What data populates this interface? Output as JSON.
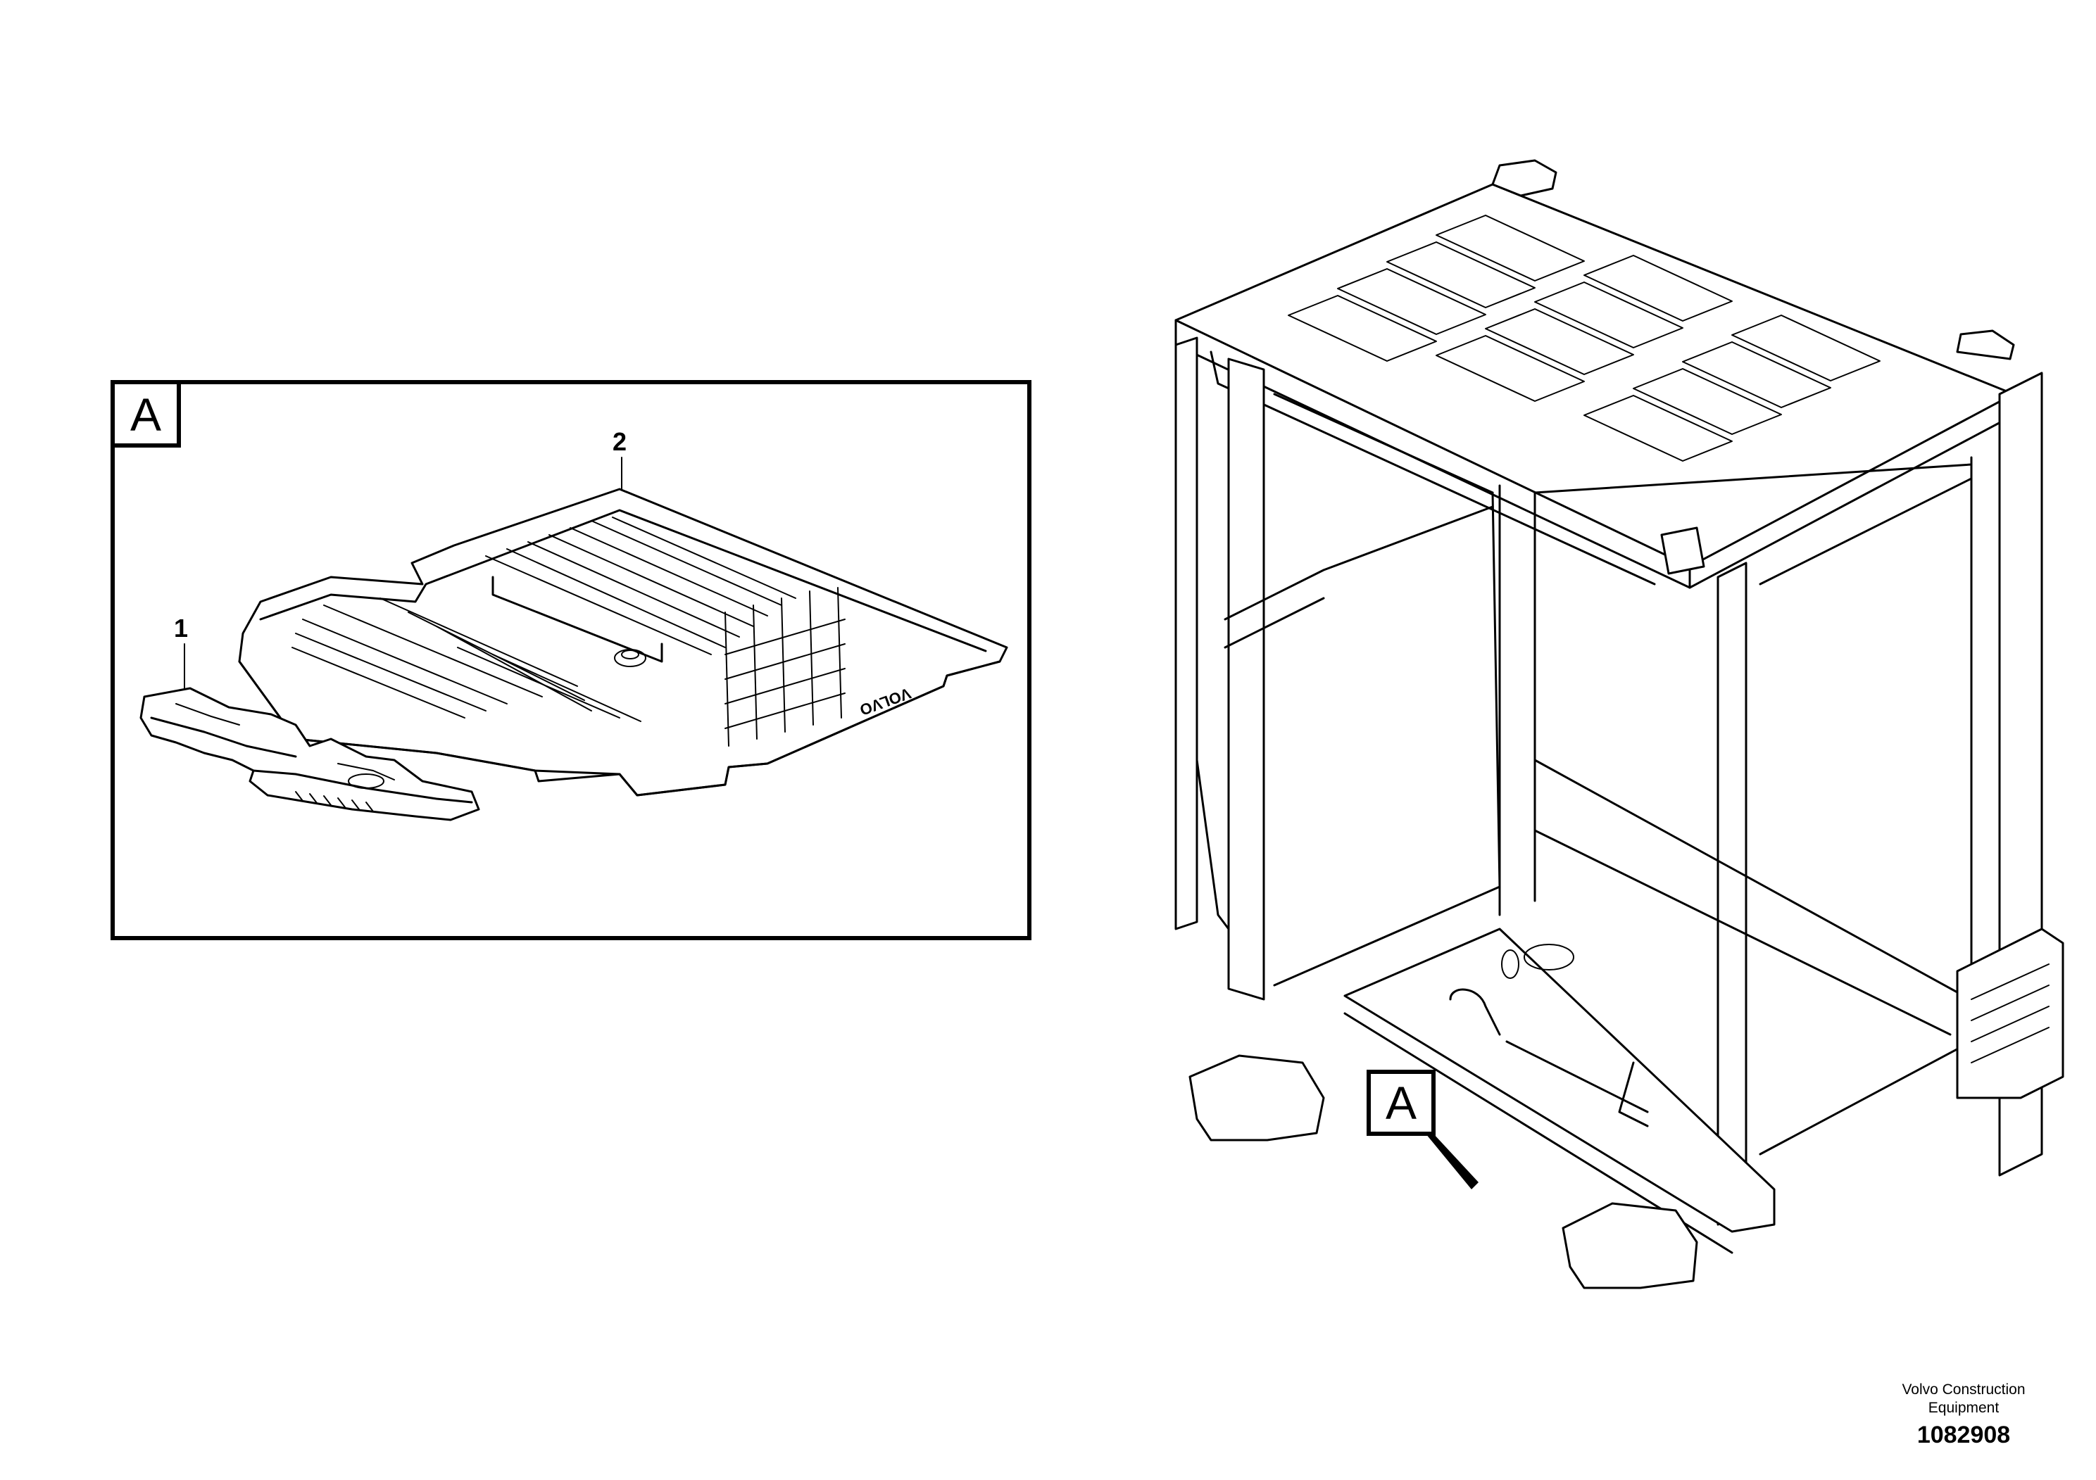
{
  "detail_view": {
    "letter": "A",
    "callouts": [
      {
        "id": "1",
        "label": "1"
      },
      {
        "id": "2",
        "label": "2"
      }
    ],
    "mat_logo_text": "VOLVO"
  },
  "main_view": {
    "view_marker_letter": "A"
  },
  "footer": {
    "company_line1": "Volvo Construction",
    "company_line2": "Equipment",
    "illustration_number": "1082908"
  }
}
